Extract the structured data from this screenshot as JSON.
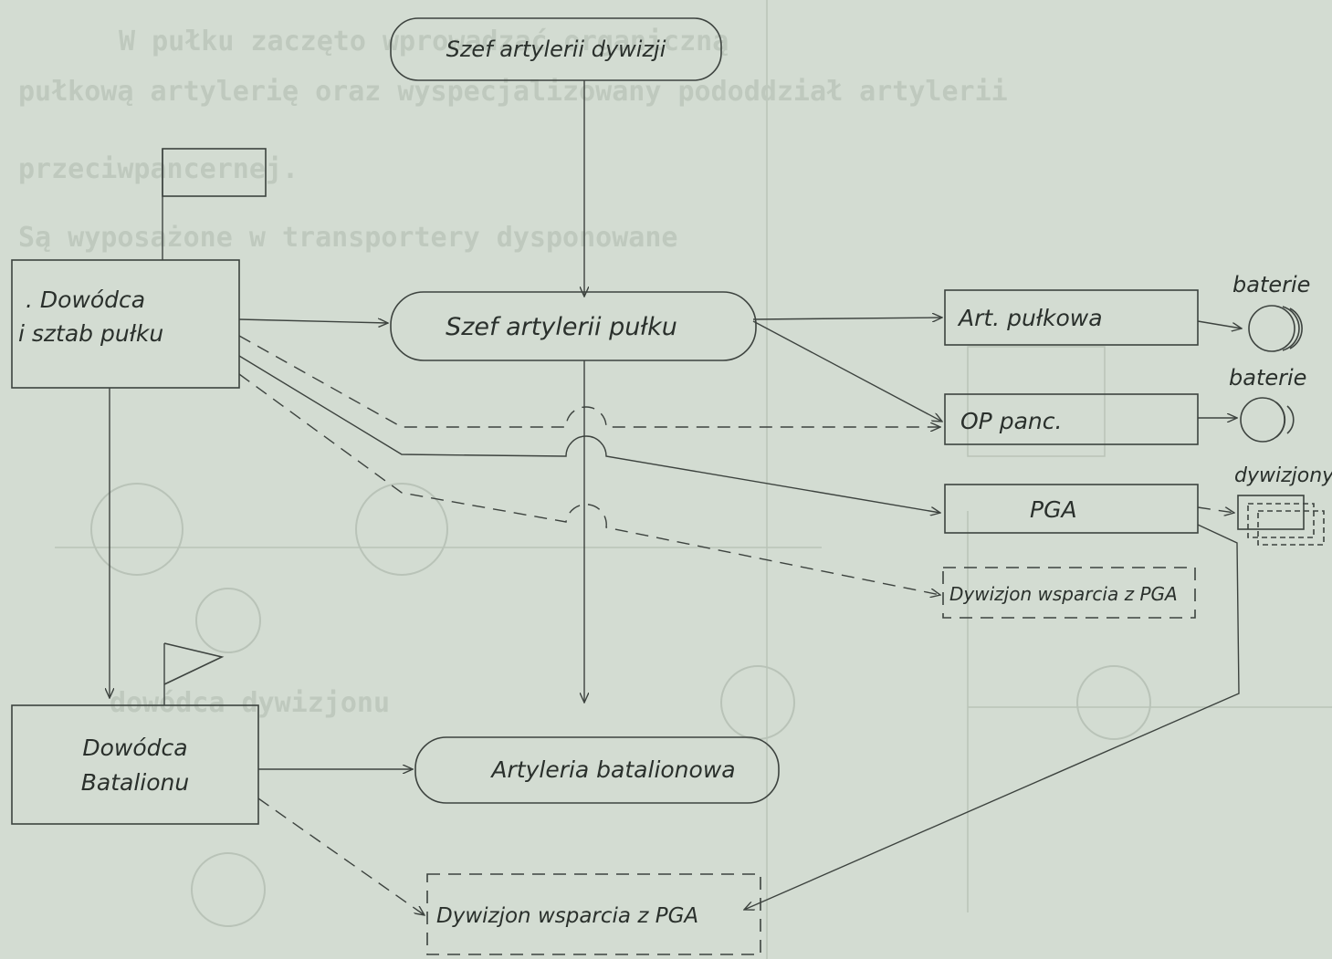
{
  "nodes": {
    "szef_div": "Szef artylerii dywizji",
    "dowodca_pulku": [
      ". Dowódca",
      "i sztab pułku"
    ],
    "szef_pulku": "Szef artylerii pułku",
    "art_pulkowa": "Art. pułkowa",
    "op_panc": "OP panc.",
    "pga": "PGA",
    "dyw_wsparcia_small": "Dywizjon wsparcia z PGA",
    "dowodca_bat": [
      "Dowódca",
      "Batalionu"
    ],
    "art_bat": "Artyleria batalionowa",
    "dyw_wsparcia_big": "Dywizjon wsparcia z PGA"
  },
  "labels": {
    "baterie_1": "baterie",
    "baterie_2": "baterie",
    "dywizjony": "dywizjony"
  },
  "colors": {
    "background": "#d3dcd2",
    "ink": "#3d433f",
    "bleed": "#bfc9be"
  }
}
